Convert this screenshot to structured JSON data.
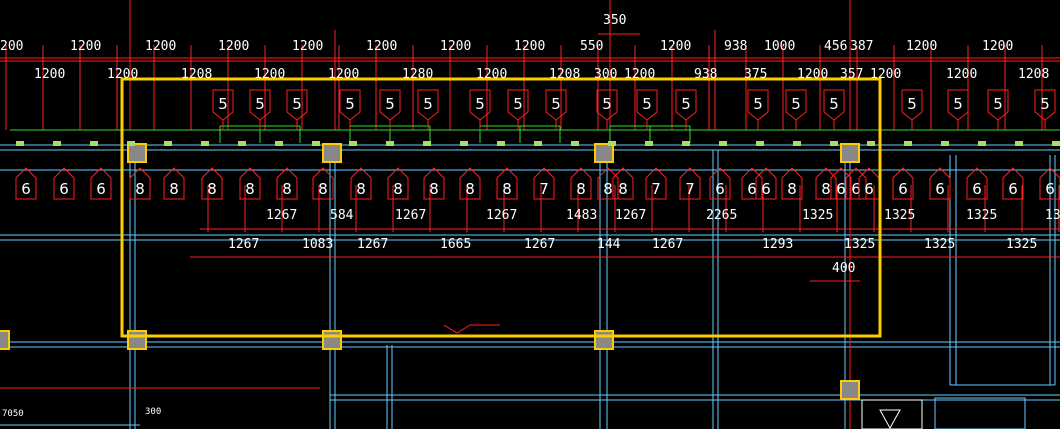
{
  "colors": {
    "background": "#000000",
    "red": "#ff2020",
    "cyan": "#66ccff",
    "green": "#33dd33",
    "yellow": "#ffcc00",
    "white": "#ffffff",
    "gray_fill": "#888888"
  },
  "top_row_dims": [
    "200",
    "1200",
    "1200",
    "1200",
    "1200",
    "1200",
    "1200",
    "1200",
    "1200",
    "550",
    "1200",
    "938",
    "1000",
    "456",
    "387",
    "1200",
    "1200"
  ],
  "second_row_dims": [
    "1200",
    "1200",
    "1208",
    "1200",
    "1200",
    "1280",
    "1200",
    "1208",
    "300",
    "1200",
    "938",
    "375",
    "1200",
    "357",
    "1200",
    "1200",
    "1208"
  ],
  "lower_row_dims": [
    "1267",
    "584",
    "1267",
    "1267",
    "1483",
    "1267",
    "2265",
    "1325",
    "1325",
    "1325",
    "13"
  ],
  "bottom_row_dims": [
    "1267",
    "1083",
    "1267",
    "1665",
    "1267",
    "144",
    "1267",
    "1293",
    "1325",
    "1325",
    "1325"
  ],
  "callout_350": "350",
  "callout_400": "400",
  "small_labels": [
    "7050",
    "300"
  ],
  "upper_tag_label": "5",
  "lower_tag_labels": [
    "6",
    "6",
    "6",
    "8",
    "8",
    "8",
    "8",
    "8",
    "8",
    "8",
    "8",
    "8",
    "8",
    "8",
    "7",
    "8",
    "8",
    "8",
    "7",
    "7",
    "6",
    "6",
    "6",
    "8",
    "8",
    "6",
    "6",
    "6",
    "6",
    "6",
    "6"
  ]
}
